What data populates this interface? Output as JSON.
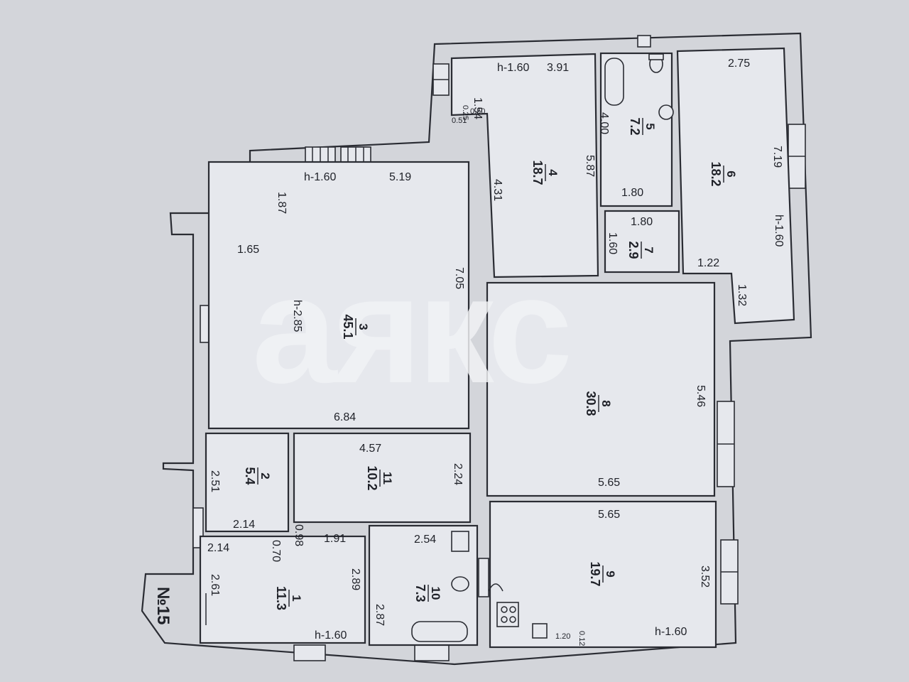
{
  "watermark": "аякс",
  "apartment_label": "№15",
  "rooms": [
    {
      "id": "room-1",
      "number": "1",
      "area": "11.3"
    },
    {
      "id": "room-2",
      "number": "2",
      "area": "5.4"
    },
    {
      "id": "room-3",
      "number": "3",
      "area": "45.1"
    },
    {
      "id": "room-4",
      "number": "4",
      "area": "18.7"
    },
    {
      "id": "room-5",
      "number": "5",
      "area": "7.2"
    },
    {
      "id": "room-6",
      "number": "6",
      "area": "18.2"
    },
    {
      "id": "room-7",
      "number": "7",
      "area": "2.9"
    },
    {
      "id": "room-8",
      "number": "8",
      "area": "30.8"
    },
    {
      "id": "room-9",
      "number": "9",
      "area": "19.7"
    },
    {
      "id": "room-10",
      "number": "10",
      "area": "7.3"
    },
    {
      "id": "room-11",
      "number": "11",
      "area": "10.2"
    }
  ],
  "dimensions": [
    "h-1.60",
    "3.91",
    "1.54",
    "0.25",
    "0.50",
    "0.51",
    "5.87",
    "4.31",
    "4.00",
    "1.80",
    "2.75",
    "7.19",
    "h-1.60",
    "1.80",
    "1.60",
    "1.22",
    "1.32",
    "h-1.60",
    "5.19",
    "1.87",
    "1.65",
    "7.05",
    "h-2.85",
    "6.84",
    "5.46",
    "5.65",
    "4.57",
    "2.24",
    "2.51",
    "2.14",
    "2.14",
    "0.70",
    "0.98",
    "1.91",
    "2.89",
    "2.61",
    "h-1.60",
    "2.54",
    "2.87",
    "5.65",
    "3.52",
    "1.20",
    "0.12",
    "h-1.60"
  ]
}
